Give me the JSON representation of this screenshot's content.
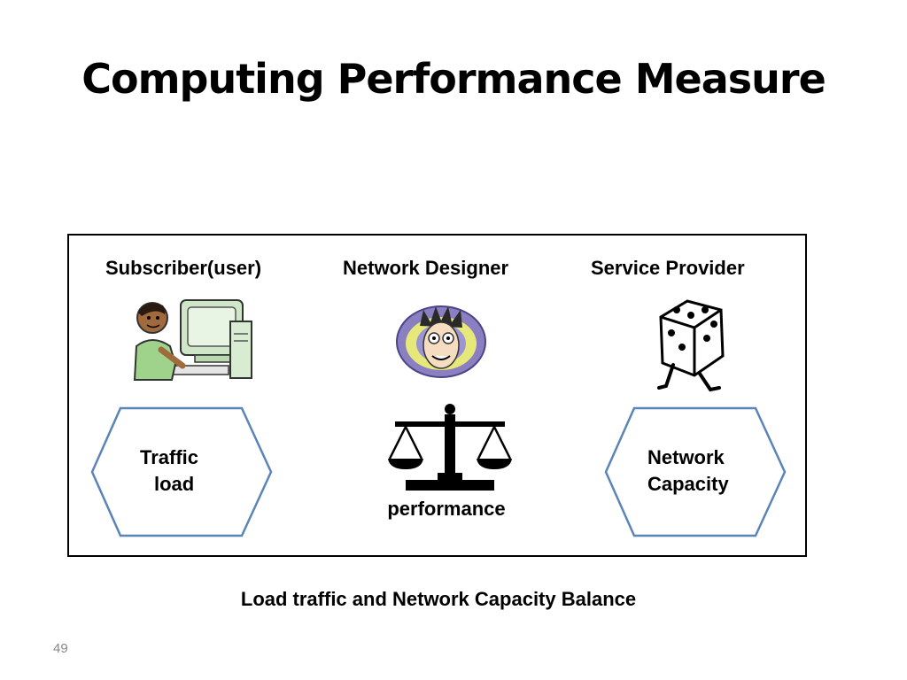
{
  "slide": {
    "title": "Computing Performance Measure",
    "page_number": "49"
  },
  "diagram": {
    "roles": {
      "subscriber": "Subscriber(user)",
      "designer": "Network Designer",
      "provider": "Service Provider"
    },
    "left_hex": {
      "line1": "Traffic",
      "line2": "load"
    },
    "right_hex": {
      "line1": "Network",
      "line2": "Capacity"
    },
    "scale_label": "performance",
    "caption": "Load traffic and Network Capacity Balance",
    "colors": {
      "hex_stroke": "#5b84b8",
      "frame": "#000000"
    },
    "icons": [
      "user-at-computer-icon",
      "network-designer-face-icon",
      "service-provider-dice-icon",
      "balance-scale-icon"
    ]
  }
}
